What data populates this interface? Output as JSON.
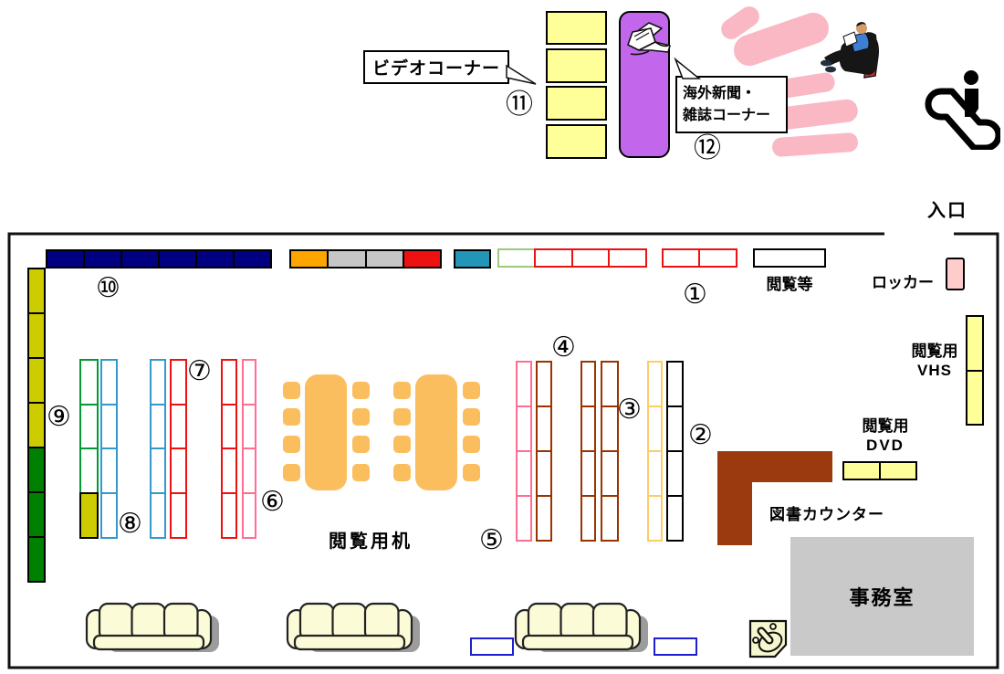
{
  "title": "library-floor-plan",
  "labels": {
    "video_corner": "ビデオコーナー",
    "overseas_line1": "海外新聞・",
    "overseas_line2": "雑誌コーナー",
    "entrance": "入口",
    "locker": "ロッカー",
    "viewing_vhs_line1": "閲覧用",
    "viewing_vhs_line2": "VHS",
    "viewing_dvd_line1": "閲覧用",
    "viewing_dvd_line2": "DVD",
    "viewing_etc": "閲覧等",
    "book_counter": "図書カウンター",
    "office": "事務室",
    "reading_desk": "閲覧用机"
  },
  "markers": {
    "m1": "①",
    "m2": "②",
    "m3": "③",
    "m4": "④",
    "m5": "⑤",
    "m6": "⑥",
    "m7": "⑦",
    "m8": "⑧",
    "m9": "⑨",
    "m10": "⑩",
    "m11": "⑪",
    "m12": "⑫"
  },
  "icons": {
    "escalator": "escalator-icon",
    "newspaper": "newspaper-icon",
    "reading_person": "person-reading-armchair-icon",
    "water_fountain": "water-fountain-icon",
    "sofa": "sofa-icon"
  },
  "palette": {
    "black": "#000000",
    "navy": "#000080",
    "orange": "#FFA500",
    "gray": "#C6C6C6",
    "red": "#EE1111",
    "teal": "#2396B8",
    "paleGreen": "#9CC97E",
    "shelfGreen": "#009933",
    "shelfBlue": "#3399CC",
    "shelfPink": "#FF6E91",
    "brown": "#993300",
    "paleOrange": "#FFCC66",
    "olive": "#CCCC00",
    "green": "#008000",
    "lemon": "#FFFF99",
    "purple": "#C266EC",
    "tableOrange": "#FBBE5E",
    "counterBrown": "#9C3A0F",
    "officeGray": "#C9C9C9",
    "lockerPink": "#FFCCCC",
    "blueRect": "#1F1FCF",
    "cream": "#FBFBD8",
    "armchairPink": "#F9B8C4"
  }
}
